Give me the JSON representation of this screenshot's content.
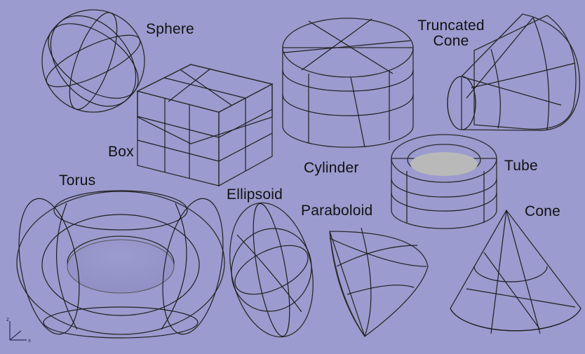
{
  "shapes": {
    "sphere": "Sphere",
    "truncated_cone": [
      "Truncated",
      "Cone"
    ],
    "box": "Box",
    "cylinder": "Cylinder",
    "tube": "Tube",
    "torus": "Torus",
    "ellipsoid": "Ellipsoid",
    "paraboloid": "Paraboloid",
    "cone": "Cone"
  },
  "colors": {
    "background": "#9b9bcf",
    "surface_light": "#ffffff",
    "surface_shadow": "#8a8a8a",
    "wireframe": "#1e1e1e"
  },
  "icons": [
    "ucs-axis-icon"
  ]
}
